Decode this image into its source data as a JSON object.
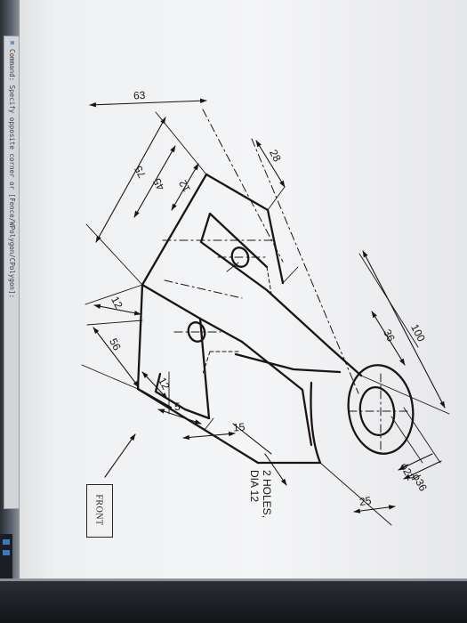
{
  "command_line": {
    "text": "Command: Specify opposite corner or [Fence/WPolygon/CPolygon]:"
  },
  "drawing": {
    "dimensions": {
      "overall_length": "100",
      "width_63": "63",
      "height_75": "75",
      "dim_45": "45",
      "dim_12_top": "12",
      "dim_28": "28",
      "dim_36": "36",
      "dim_12_left": "12",
      "dim_56": "56",
      "dim_12_bottom": "12",
      "dim_5": "5",
      "dim_15": "15",
      "dim_25": "25",
      "dia_22": "ϕ22",
      "dia_36": "ϕ36"
    },
    "note_line1": "2 HOLES,",
    "note_line2": "DIA 12",
    "view_label": "FRONT"
  },
  "colors": {
    "ink": "#1a1414",
    "paper": "#f4f5f6",
    "cmd_bar": "#d2d4d8",
    "bezel": "#121418"
  }
}
